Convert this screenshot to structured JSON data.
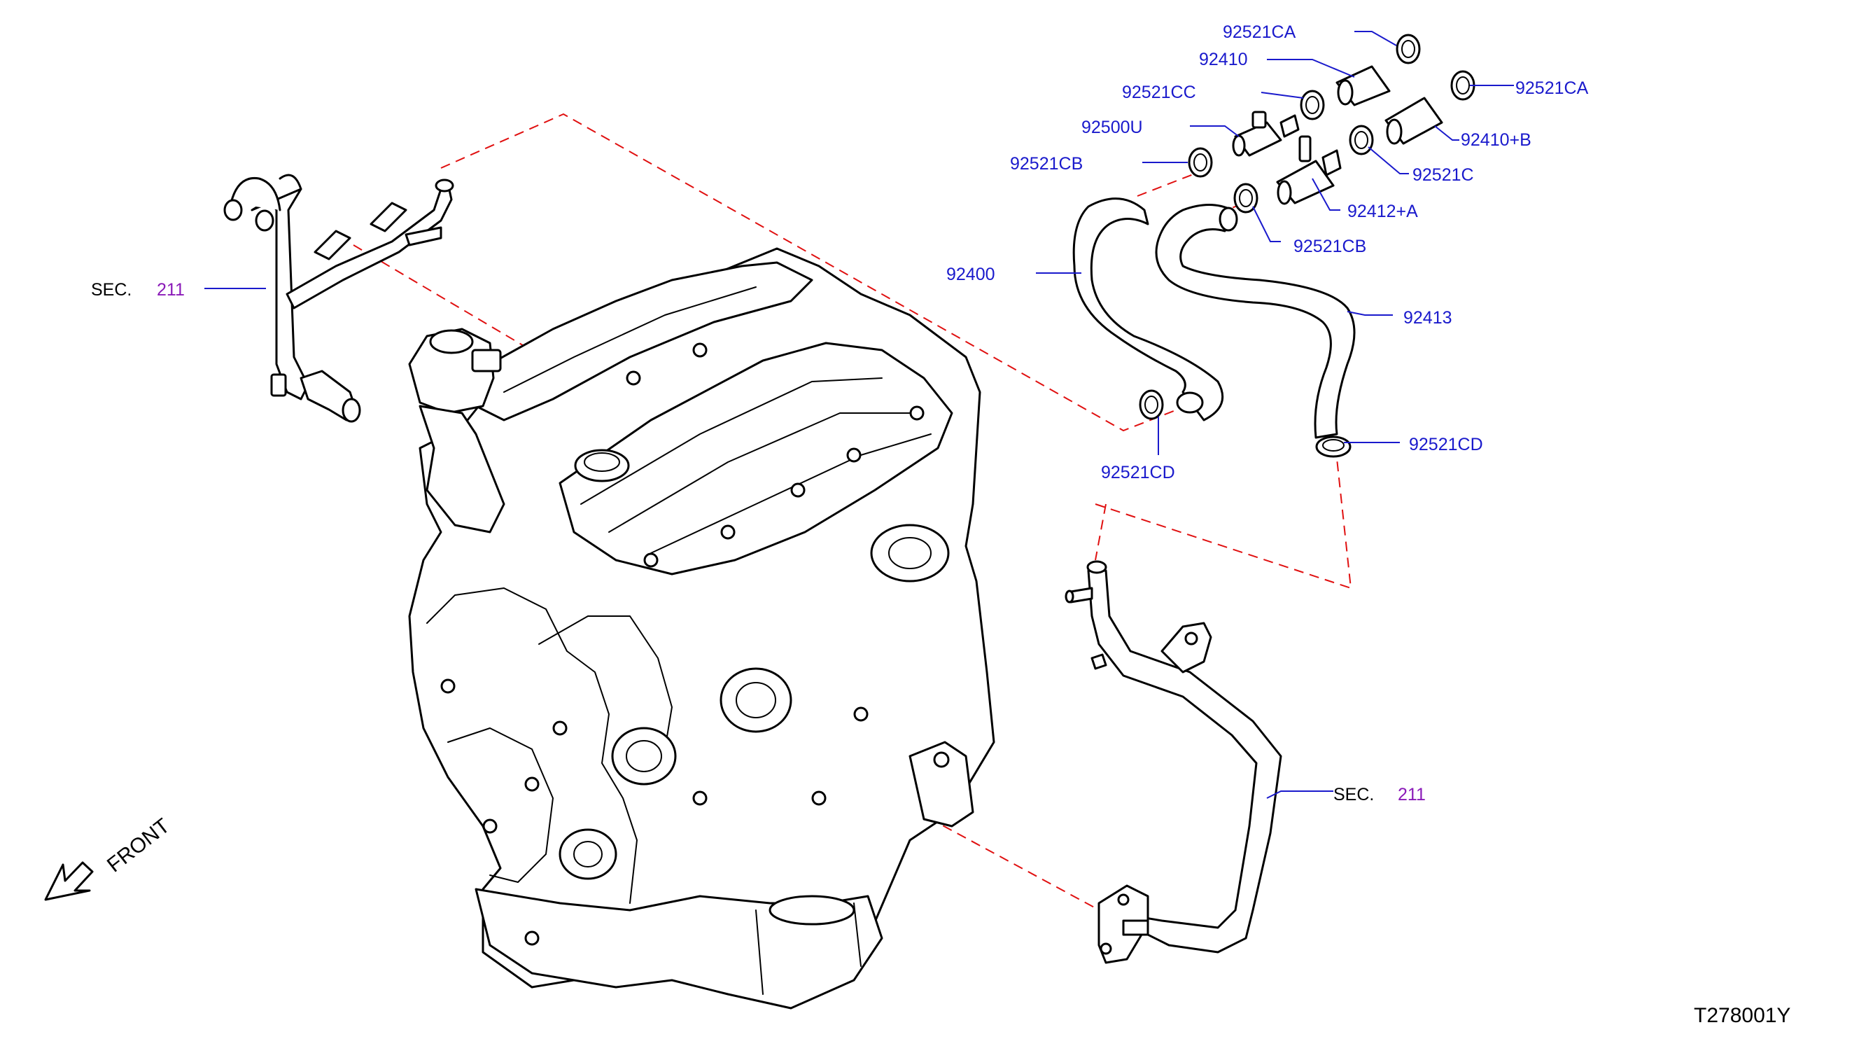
{
  "colors": {
    "part_number": "#1a1acc",
    "section_number": "#8a1ab8",
    "guide_line": "#e01010",
    "outline": "#000000"
  },
  "labels": {
    "p92521CA_top": "92521CA",
    "p92410": "92410",
    "p92521CC": "92521CC",
    "p92521CA_right": "92521CA",
    "p92500U": "92500U",
    "p92410B": "92410+B",
    "p92521CB_left": "92521CB",
    "p92521C": "92521C",
    "p92412A": "92412+A",
    "p92521CB_right": "92521CB",
    "p92400": "92400",
    "p92413": "92413",
    "p92521CD_right": "92521CD",
    "p92521CD_left": "92521CD"
  },
  "sections": {
    "upper": {
      "prefix": "SEC.",
      "number": "211"
    },
    "lower": {
      "prefix": "SEC.",
      "number": "211"
    }
  },
  "front": "FRONT",
  "diagram_code": "T278001Y",
  "icons": {
    "front_arrow": "front-arrow-icon"
  }
}
